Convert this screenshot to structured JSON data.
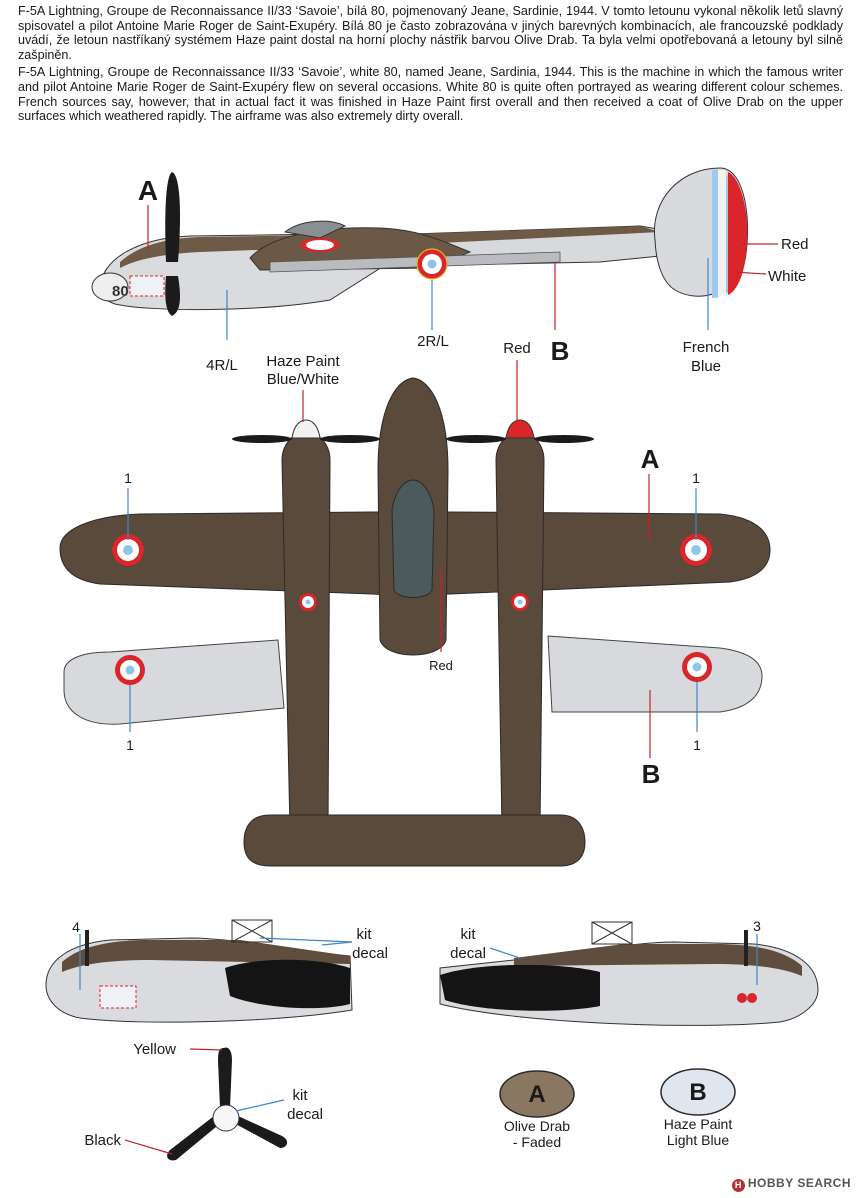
{
  "intro": {
    "czech": "F-5A Lightning, Groupe de Reconnaissance II/33 ‘Savoie’, bílá 80, pojmenovaný Jeane, Sardinie, 1944. V tomto letounu vykonal několik letů slavný spisovatel a pilot Antoine Marie Roger de Saint-Exupéry. Bílá 80 je často zobrazována v jiných barevných kombinacích, ale francouzské podklady uvádí, že letoun nastříkaný systémem Haze paint dostal na horní plochy nástřik barvou Olive Drab. Ta byla velmi opotřebovaná a letouny byl silně zašpiněn.",
    "english": "F-5A Lightning, Groupe de Reconnaissance II/33 ‘Savoie’, white 80, named Jeane, Sardinia, 1944. This is the machine in which the famous writer and pilot Antoine Marie Roger de Saint-Exupéry flew on several occasions. White 80 is quite often portrayed as wearing different colour schemes. French sources say, however, that in actual fact it was finished in Haze Paint first overall and then received a coat of Olive Drab on the upper surfaces which weathered rapidly. The airframe was also extremely dirty overall."
  },
  "side_view": {
    "label_a": "A",
    "label_b": "B",
    "callout_4rl": "4R/L",
    "callout_2rl": "2R/L",
    "callout_red": "Red",
    "callout_white": "White",
    "callout_french_blue_1": "French",
    "callout_french_blue_2": "Blue",
    "nose_number": "80"
  },
  "top_view": {
    "haze_line1": "Haze Paint",
    "haze_line2": "Blue/White",
    "spinner_red": "Red",
    "label_a": "A",
    "roundel_1a": "1",
    "roundel_1b": "1",
    "centre_red": "Red"
  },
  "bottom_view": {
    "roundel_1a": "1",
    "roundel_1b": "1",
    "label_b": "B"
  },
  "nose_views": {
    "left_num": "4",
    "left_kit_1": "kit",
    "left_kit_2": "decal",
    "right_kit_1": "kit",
    "right_kit_2": "decal",
    "right_num": "3"
  },
  "propeller": {
    "yellow": "Yellow",
    "kit_1": "kit",
    "kit_2": "decal",
    "black": "Black"
  },
  "legend": {
    "a_letter": "A",
    "a_name_1": "Olive Drab",
    "a_name_2": "- Faded",
    "b_letter": "B",
    "b_name_1": "Haze Paint",
    "b_name_2": "Light Blue"
  },
  "watermark": "HOBBY SEARCH",
  "colors": {
    "olive_drab": "#5a4a3b",
    "haze_paint": "#d9dde2",
    "legend_a": "#8a7762",
    "legend_b": "#dfe6ef",
    "roundel_red": "#d8262b",
    "roundel_blue": "#8ec6ea",
    "leader_red": "#c0242b",
    "leader_blue": "#3d86c8"
  }
}
